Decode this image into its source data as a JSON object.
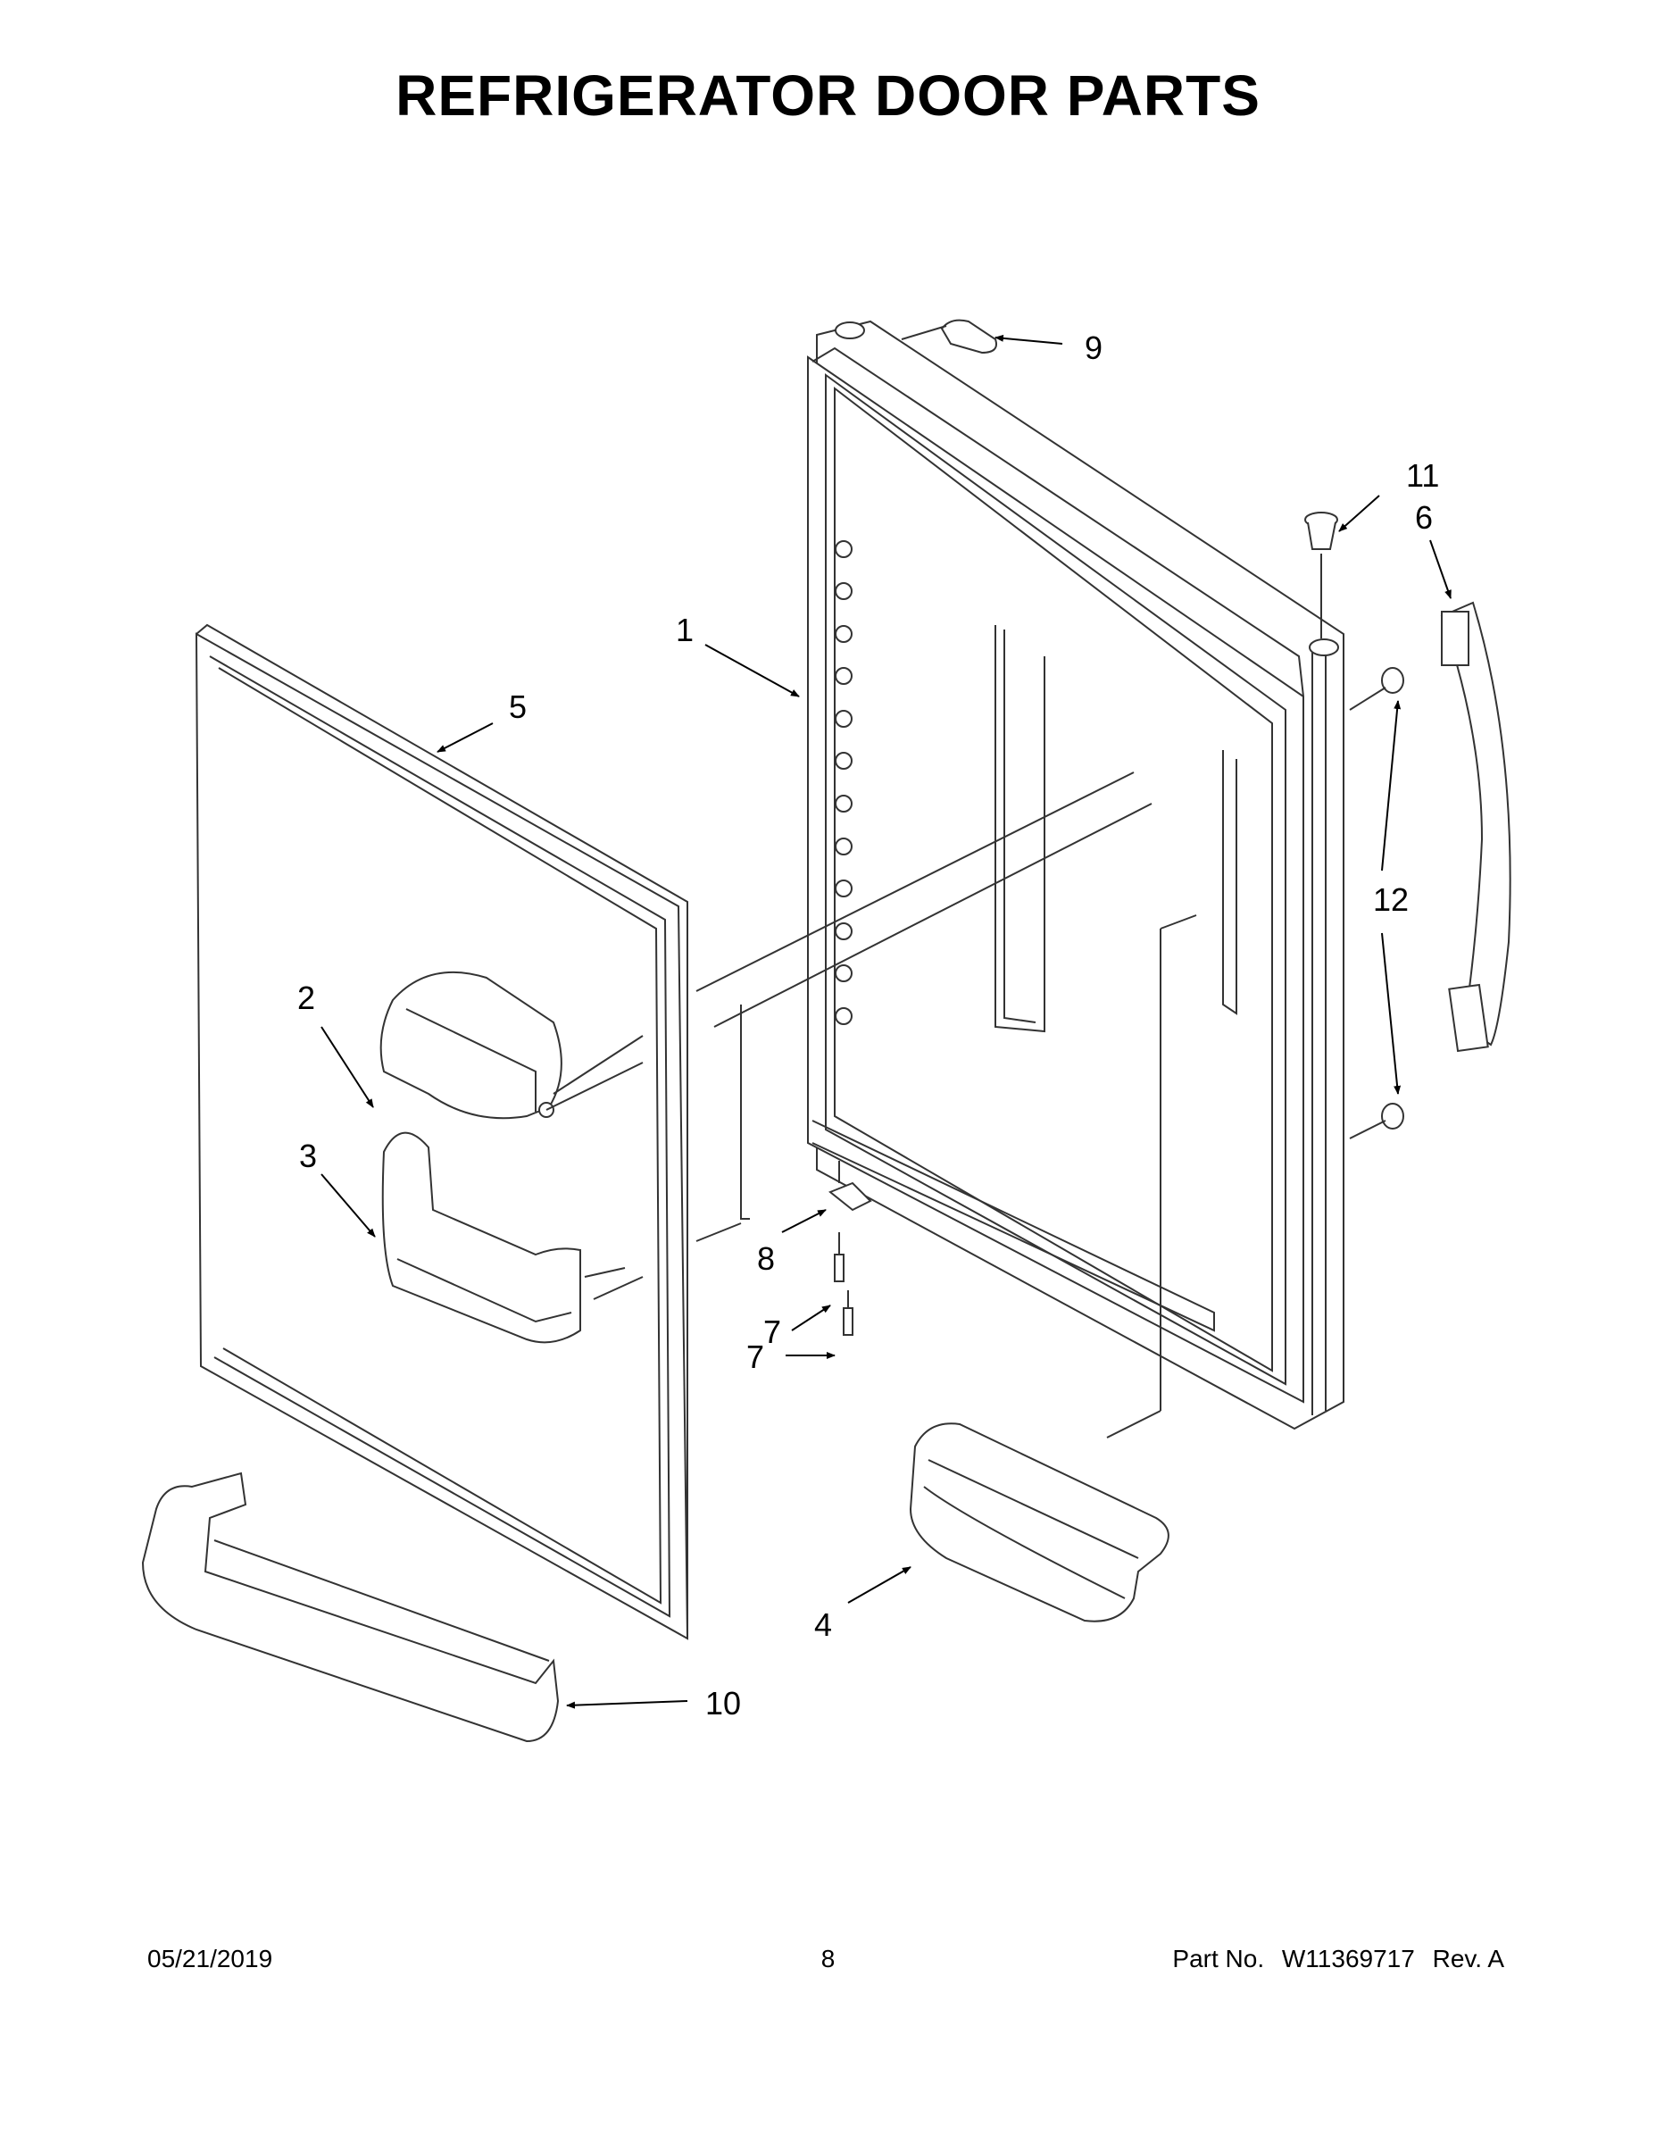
{
  "title": "REFRIGERATOR DOOR PARTS",
  "callouts": {
    "c1": "1",
    "c2": "2",
    "c3": "3",
    "c4": "4",
    "c5": "5",
    "c6": "6",
    "c7a": "7",
    "c7b": "7",
    "c8": "8",
    "c9": "9",
    "c10": "10",
    "c11": "11",
    "c12": "12"
  },
  "footer": {
    "date": "05/21/2019",
    "page": "8",
    "part_label": "Part No.",
    "part_number": "W11369717",
    "revision": "Rev. A"
  }
}
